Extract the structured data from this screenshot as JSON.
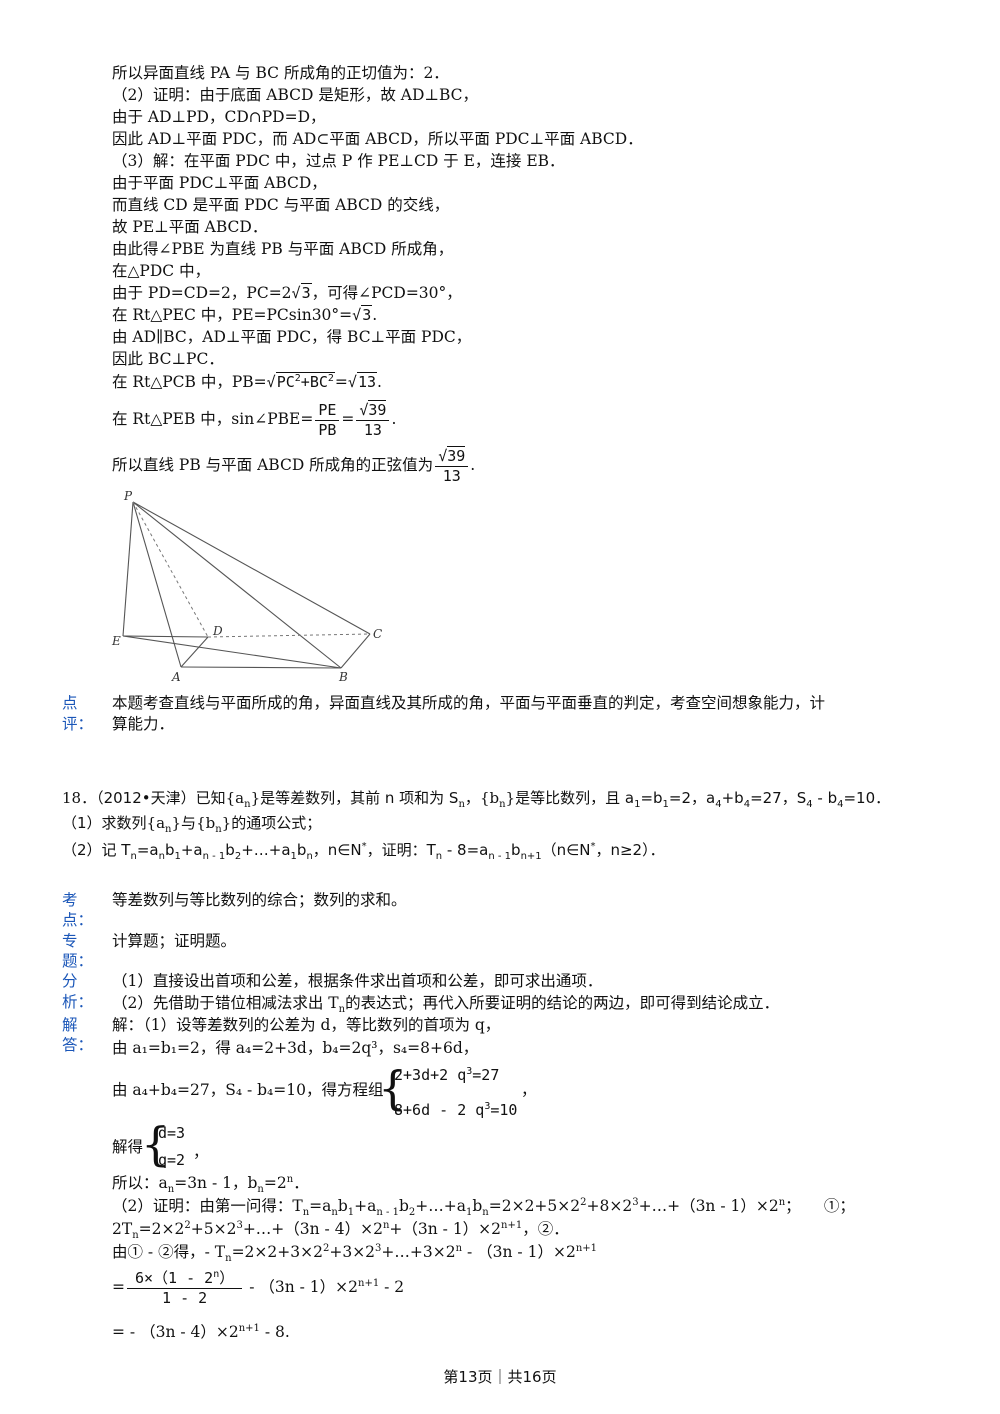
{
  "sol17": {
    "l1": "所以异面直线 PA 与 BC 所成角的正切值为：2．",
    "l2": "（2）证明：由于底面 ABCD 是矩形，故 AD⊥BC，",
    "l3": "由于 AD⊥PD，CD∩PD=D，",
    "l4": "因此 AD⊥平面 PDC，而 AD⊂平面 ABCD，所以平面 PDC⊥平面 ABCD．",
    "l5": "（3）解：在平面 PDC 中，过点 P 作 PE⊥CD 于 E，连接 EB．",
    "l6": "由于平面 PDC⊥平面 ABCD，",
    "l7": "而直线 CD 是平面 PDC 与平面 ABCD 的交线，",
    "l8": "故 PE⊥平面 ABCD．",
    "l9": "由此得∠PBE 为直线 PB 与平面 ABCD 所成角，",
    "l10": "在△PDC 中，",
    "l11a": "由于 PD=CD=2，PC=2",
    "l11r": "3",
    "l11b": "，可得∠PCD=30°，",
    "l12a": "在 Rt△PEC 中，PE=PCsin30°=",
    "l12r": "3",
    "l12b": ".",
    "l13": "由 AD∥BC，AD⊥平面 PDC，得 BC⊥平面 PDC，",
    "l14": "因此 BC⊥PC．",
    "l15a": "在 Rt△PCB 中，PB=",
    "l15r1": "PC",
    "l15r2": "+BC",
    "l15e": "2",
    "l15eq": "=",
    "l15r3": "13",
    "l15b": ".",
    "l16a": "在 Rt△PEB 中，sin∠PBE=",
    "l16fn": "PE",
    "l16fd": "PB",
    "l16eq": "=",
    "l16gn": "39",
    "l16gd": "13",
    "l16b": ".",
    "l17a": "所以直线 PB 与平面 ABCD 所成角的正弦值为",
    "l17n": "39",
    "l17d": "13",
    "l17b": "."
  },
  "figure": {
    "labels": {
      "P": "P",
      "E": "E",
      "D": "D",
      "C": "C",
      "A": "A",
      "B": "B"
    }
  },
  "review": {
    "label1": "点",
    "label2": "评：",
    "line1": "本题考查直线与平面所成的角，异面直线及其所成的角，平面与平面垂直的判定，考查空间想象能力，计",
    "line2": "算能力．"
  },
  "q18": {
    "num": "18．",
    "src": "（2012•天津）已知",
    "l1b": "是等差数列，其前 n 项和为 S",
    "l1c": "是等比数列，且 a",
    "l1d": "=b",
    "l1e": "=2，a",
    "l1f": "+b",
    "l1g": "=27，S",
    "l1h": " - b",
    "l1i": "=10．",
    "p1": "（1）求数列",
    "p1b": "与",
    "p1c": "的通项公式；",
    "p2": "（2）记 T",
    "p2b": "=a",
    "p2tail": "，n∈N",
    "p2prove": "，证明：T",
    "p2c": " - 8=a",
    "p2d": "（n∈N",
    "p2e": "，n≥2）．"
  },
  "kd": {
    "label1": "考",
    "label2": "点：",
    "text": "等差数列与等比数列的综合；数列的求和。"
  },
  "zt": {
    "label1": "专",
    "label2": "题：",
    "text": "计算题；证明题。"
  },
  "fx": {
    "label1": "分",
    "label2": "析：",
    "l1": "（1）直接设出首项和公差，根据条件求出首项和公差，即可求出通项．",
    "l2a": "（2）先借助于错位相减法求出 T",
    "l2b": "的表达式；再代入所要证明的结论的两边，即可得到结论成立．"
  },
  "jd": {
    "label1": "解",
    "label2": "答：",
    "l1": "解：（1）设等差数列的公差为 d，等比数列的首项为 q，",
    "l2": "由 a₁=b₁=2，得 a₄=2+3d，b₄=2q³，s₄=8+6d，",
    "l3a": "由 a₄+b₄=27，S₄ - b₄=10，得方程组",
    "sys1a": "2+3d+2 q",
    "sys1b": "=27",
    "sys2a": "8+6d - 2 q",
    "sys2b": "=10",
    "sysend": "，",
    "l4a": "解得",
    "sol1": "d=3",
    "sol2": "q=2",
    "solend": "，",
    "l5": "所以：a",
    "l5b": "=3n - 1，b",
    "l5c": "=2",
    "l5d": "．",
    "l6": "（2）证明：由第一问得：T",
    "l6b": "=2×2+5×2",
    "l6c": "+8×2",
    "l6d": "+…+（3n - 1）×2",
    "l6e": "；　　①；",
    "l7": "2T",
    "l7b": "=2×2",
    "l7c": "+5×2",
    "l7d": "+…+（3n - 4）×2",
    "l7e": "+（3n - 1）×2",
    "l7f": "，②．",
    "l8": "由① - ②得，- T",
    "l8b": "=2×2+3×2",
    "l8c": "+3×2",
    "l8d": "+…+3×2",
    "l8e": " - （3n - 1）×2",
    "l9eq": "=",
    "l9n": "6×（1 - 2",
    "l9nb": "）",
    "l9d": "1 - 2",
    "l9b": " - （3n - 1）×2",
    "l9c": " - 2",
    "l10": "= - （3n - 4）×2",
    "l10b": " - 8."
  },
  "footer": {
    "text": "第13页｜共16页"
  }
}
